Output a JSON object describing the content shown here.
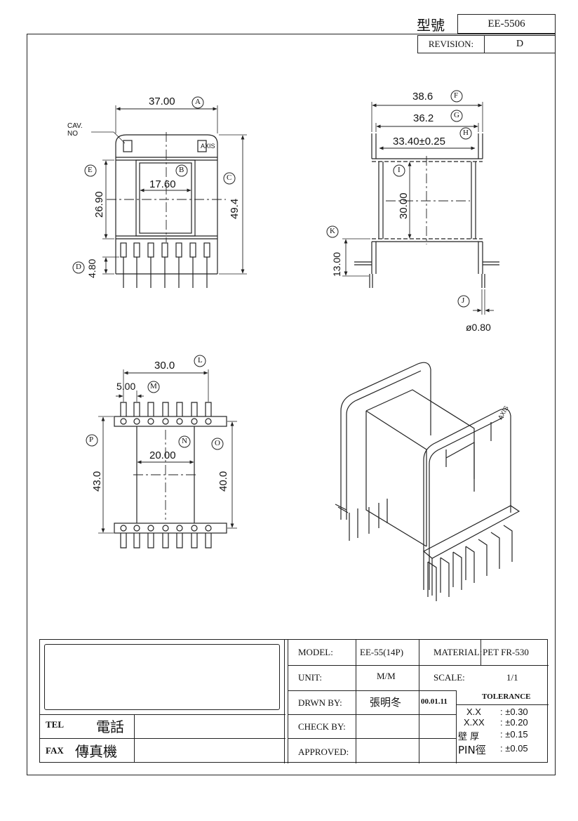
{
  "header": {
    "model_label": "型號",
    "model_value": "EE-5506",
    "revision_label": "REVISION:",
    "revision_value": "D"
  },
  "front_view": {
    "cav_no": "CAV. NO",
    "axis": "AXIS",
    "dim_a": "37.00",
    "dim_b": "17.60",
    "dim_c": "49.4",
    "dim_e": "26.90",
    "dim_d": "4.80"
  },
  "side_view": {
    "dim_f": "38.6",
    "dim_g": "36.2",
    "dim_h": "33.40±0.25",
    "dim_i": "30.00",
    "dim_k": "13.00",
    "dim_j": "ø0.80"
  },
  "bottom_view": {
    "dim_l": "30.0",
    "dim_m": "5.00",
    "dim_n": "20.00",
    "dim_p": "43.0",
    "dim_o": "40.0"
  },
  "iso_view": {
    "axis": "AXIS"
  },
  "markers": {
    "a": "A",
    "b": "B",
    "c": "C",
    "d": "D",
    "e": "E",
    "f": "F",
    "g": "G",
    "h": "H",
    "i": "I",
    "j": "J",
    "k": "K",
    "l": "L",
    "m": "M",
    "n": "N",
    "o": "O",
    "p": "P"
  },
  "title_block": {
    "tel_label": "TEL",
    "tel_cn": "電話",
    "fax_label": "FAX",
    "fax_cn": "傳真機",
    "model_label": "MODEL:",
    "model_value": "EE-55(14P)",
    "material_label": "MATERIAL:",
    "material_value": "PET  FR-530",
    "unit_label": "UNIT:",
    "unit_value": "M/M",
    "scale_label": "SCALE:",
    "scale_value": "1/1",
    "drawn_label": "DRWN BY:",
    "drawn_value": "張明冬",
    "date_value": "00.01.11",
    "tolerance_label": "TOLERANCE",
    "check_label": "CHECK BY:",
    "approved_label": "APPROVED:",
    "tol_rows": [
      {
        "label": "X.X",
        "value": ": ±0.30"
      },
      {
        "label": "X.XX",
        "value": ": ±0.20"
      },
      {
        "label": "壁 厚",
        "value": ": ±0.15"
      },
      {
        "label": "PIN徑",
        "value": ": ±0.05"
      }
    ]
  }
}
